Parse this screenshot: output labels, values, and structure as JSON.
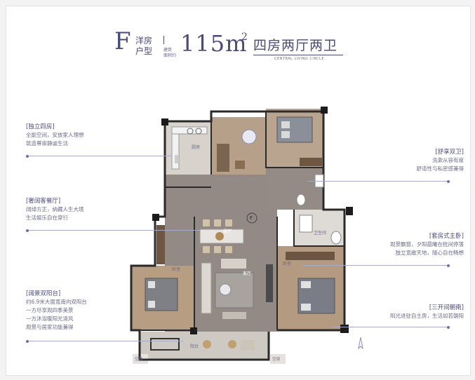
{
  "header": {
    "type_letter": "F",
    "type_label_top": "洋房",
    "type_label_bottom": "户型",
    "area_label_top": "建筑",
    "area_label_bottom": "面积约",
    "area_value": "115m",
    "area_exponent": "2",
    "layout_title": "四房两厅两卫",
    "layout_subtitle": "CENTRAL LIVING CIRCLE"
  },
  "annotations": {
    "bedrooms": {
      "title": "[独立四房]",
      "lines": [
        "全能空间，安放家人理想",
        "筑造尊崇静谧生活"
      ]
    },
    "living": {
      "title": "[奢阔客餐厅]",
      "lines": [
        "阔绰方正，纳藏人生大境",
        "生活娱乐自在穿行"
      ]
    },
    "balcony": {
      "title": "[阔景双阳台]",
      "lines": [
        "约6.9米大面宽南向双阳台",
        "一方尽享观四季美景",
        "一方沐浴暖阳光清风",
        "观景与居家功能兼得"
      ]
    },
    "bathrooms": {
      "title": "[舒享双卫]",
      "lines": [
        "洗漱从容有度",
        "舒适性与私密感兼得"
      ]
    },
    "master": {
      "title": "[套房式主卧]",
      "lines": [
        "观景飘窗，夕阳晨曦在枕间停落",
        "独立宽敞天地，随心自在畅想"
      ]
    },
    "south": {
      "title": "[三开间朝南]",
      "lines": [
        "阳光进驻自主房，生活如若朝阳"
      ]
    }
  },
  "rooms": {
    "kitchen": "厨房",
    "dining": "餐厅",
    "living": "客厅",
    "bedroom_w": "卧室",
    "bedroom_e": "卧室",
    "bath": "卫生间",
    "balcony": "阳台",
    "ac_left": "空调",
    "ac_right": "空调",
    "marker": "F"
  },
  "colors": {
    "accent": "#4a4a78",
    "text_muted": "#6b6b8c",
    "line": "#a8abc8",
    "dot": "#6b70b0",
    "floor": "#8f8580",
    "wall": "#2a2a2a",
    "wood": "#b59a73"
  }
}
